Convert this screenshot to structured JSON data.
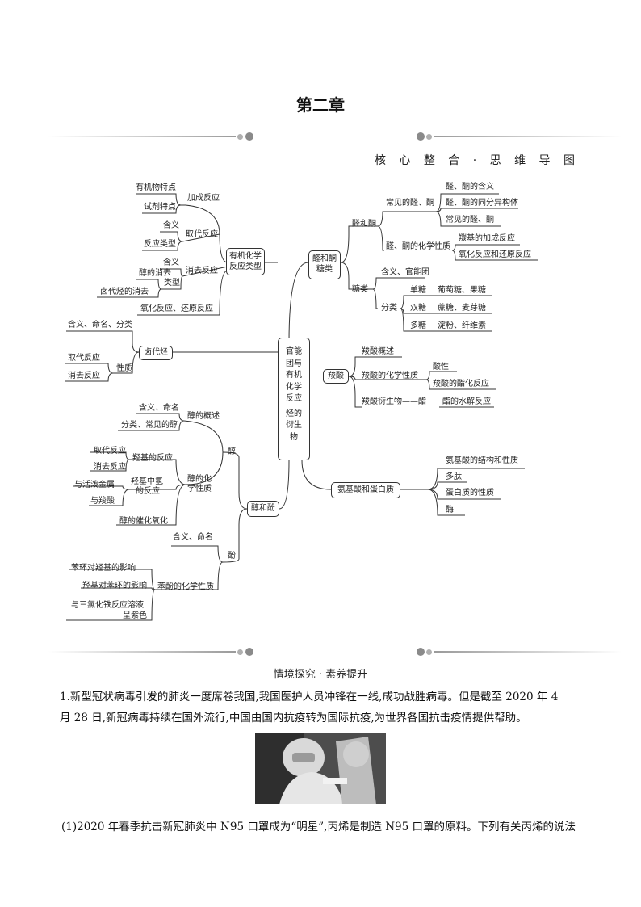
{
  "chapter_title": "第二章",
  "section_mindmap": "核 心 整 合 · 思 维 导 图",
  "center": {
    "line1": "官能",
    "line2": "团与",
    "line3": "有机",
    "line4": "化学",
    "line5": "反应",
    "line6": "烃的",
    "line7": "衍生",
    "line8": "物"
  },
  "branch_reactions": {
    "title1": "有机化学",
    "title2": "反应类型",
    "add": "加成反应",
    "add_1": "有机物特点",
    "add_2": "试剂特点",
    "sub": "取代反应",
    "sub_1": "含义",
    "sub_2": "反应类型",
    "elim": "消去反应",
    "elim_1": "含义",
    "elim_2": "类型",
    "elim_2a": "醇的消去",
    "elim_2b": "卤代烃的消去",
    "redox": "氧化反应、还原反应"
  },
  "branch_halide": {
    "title": "卤代烃",
    "def": "含义、命名、分类",
    "prop": "性质",
    "prop_1": "取代反应",
    "prop_2": "消去反应"
  },
  "branch_alcohol_phenol": {
    "title": "醇和酚",
    "alcohol": "醇",
    "alc_overview": "醇的概述",
    "alc_ov_1": "含义、命名",
    "alc_ov_2": "分类、常见的醇",
    "alc_chem1": "醇的化",
    "alc_chem2": "学性质",
    "hydroxyl": "羟基的反应",
    "hyd_1": "取代反应",
    "hyd_2": "消去反应",
    "oh_h1": "羟基中氢",
    "oh_h2": "的反应",
    "oh_h_1": "与活泼金属",
    "oh_h_2": "与羧酸",
    "cat_ox": "醇的催化氧化",
    "phenol": "酚",
    "ph_def": "含义、命名",
    "ph_chem": "苯酚的化学性质",
    "ph_1": "苯环对羟基的影响",
    "ph_2": "羟基对苯环的影响",
    "ph_3a": "与三氯化铁反应溶液",
    "ph_3b": "呈紫色"
  },
  "branch_aldehyde": {
    "title1": "醛和酮",
    "title2": "糖类",
    "ald_ket": "醛和酮",
    "common": "常见的醛、酮",
    "common_1": "醛、酮的含义",
    "common_2": "醛、酮的同分异构体",
    "common_3": "常见的醛、酮",
    "chem": "醛、酮的化学性质",
    "chem_1": "羰基的加成反应",
    "chem_2": "氧化反应和还原反应",
    "sugar": "糖类",
    "sugar_def": "含义、官能团",
    "sugar_cls": "分类",
    "mono": "单糖",
    "mono_ex": "葡萄糖、果糖",
    "di": "双糖",
    "di_ex": "蔗糖、麦芽糖",
    "poly": "多糖",
    "poly_ex": "淀粉、纤维素"
  },
  "branch_acid": {
    "title": "羧酸",
    "overview": "羧酸概述",
    "chem": "羧酸的化学性质",
    "acidic": "酸性",
    "ester": "羧酸的酯化反应",
    "deriv": "羧酸衍生物——酯",
    "hydro": "酯的水解反应"
  },
  "branch_amino": {
    "title": "氨基酸和蛋白质",
    "a1": "氨基酸的结构和性质",
    "a2": "多肽",
    "a3": "蛋白质的性质",
    "a4": "酶"
  },
  "section_inquiry": "情境探究 · 素养提升",
  "q1_line1": "1.新型冠状病毒引发的肺炎一度席卷我国,我国医护人员冲锋在一线,成功战胜病毒。但是截至 2020 年 4",
  "q1_line2": "月 28 日,新冠病毒持续在国外流行,中国由国内抗疫转为国际抗疫,为世界各国抗击疫情提供帮助。",
  "q1_sub1": "(1)2020 年春季抗击新冠肺炎中 N95 口罩成为“明星”,丙烯是制造 N95 口罩的原料。下列有关丙烯的说法"
}
